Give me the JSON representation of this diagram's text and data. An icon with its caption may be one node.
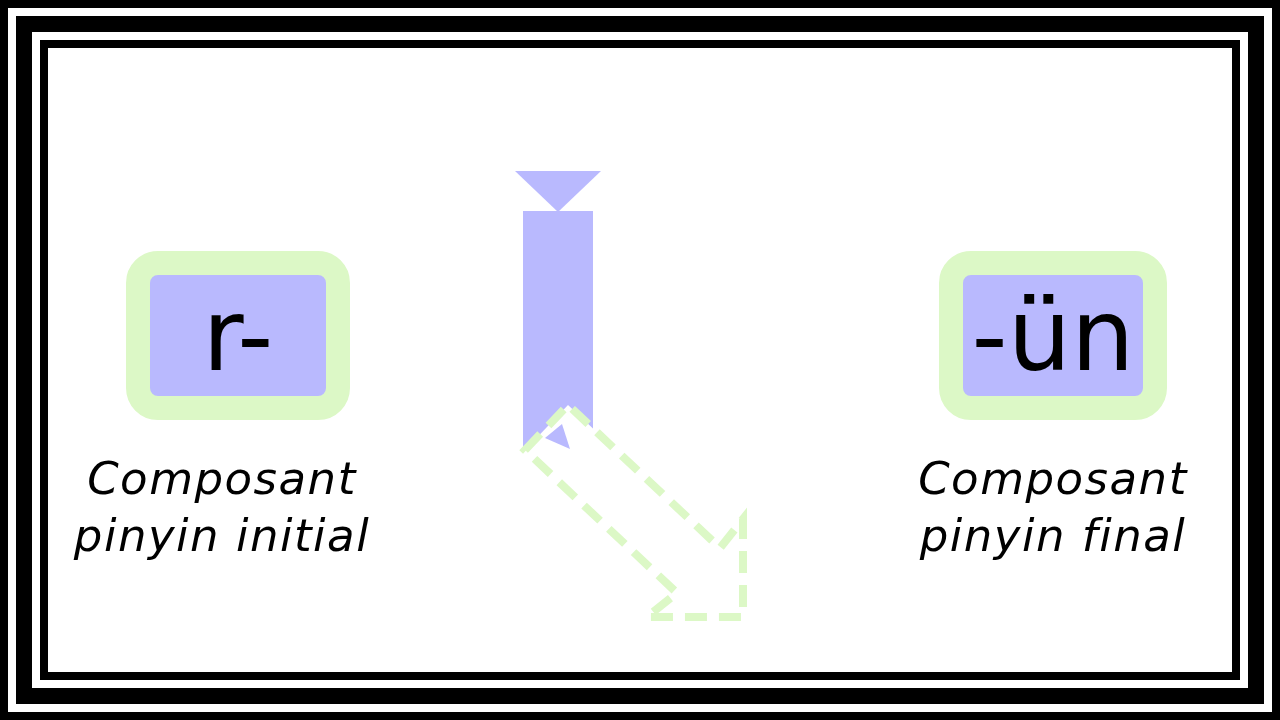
{
  "diagram": {
    "nodes": [
      {
        "text": [
          "r-"
        ],
        "beside": [
          "Composant pinyin initial"
        ]
      },
      {
        "text": [
          "-ün"
        ],
        "beside": [
          "Composant pinyin final"
        ]
      }
    ]
  }
}
